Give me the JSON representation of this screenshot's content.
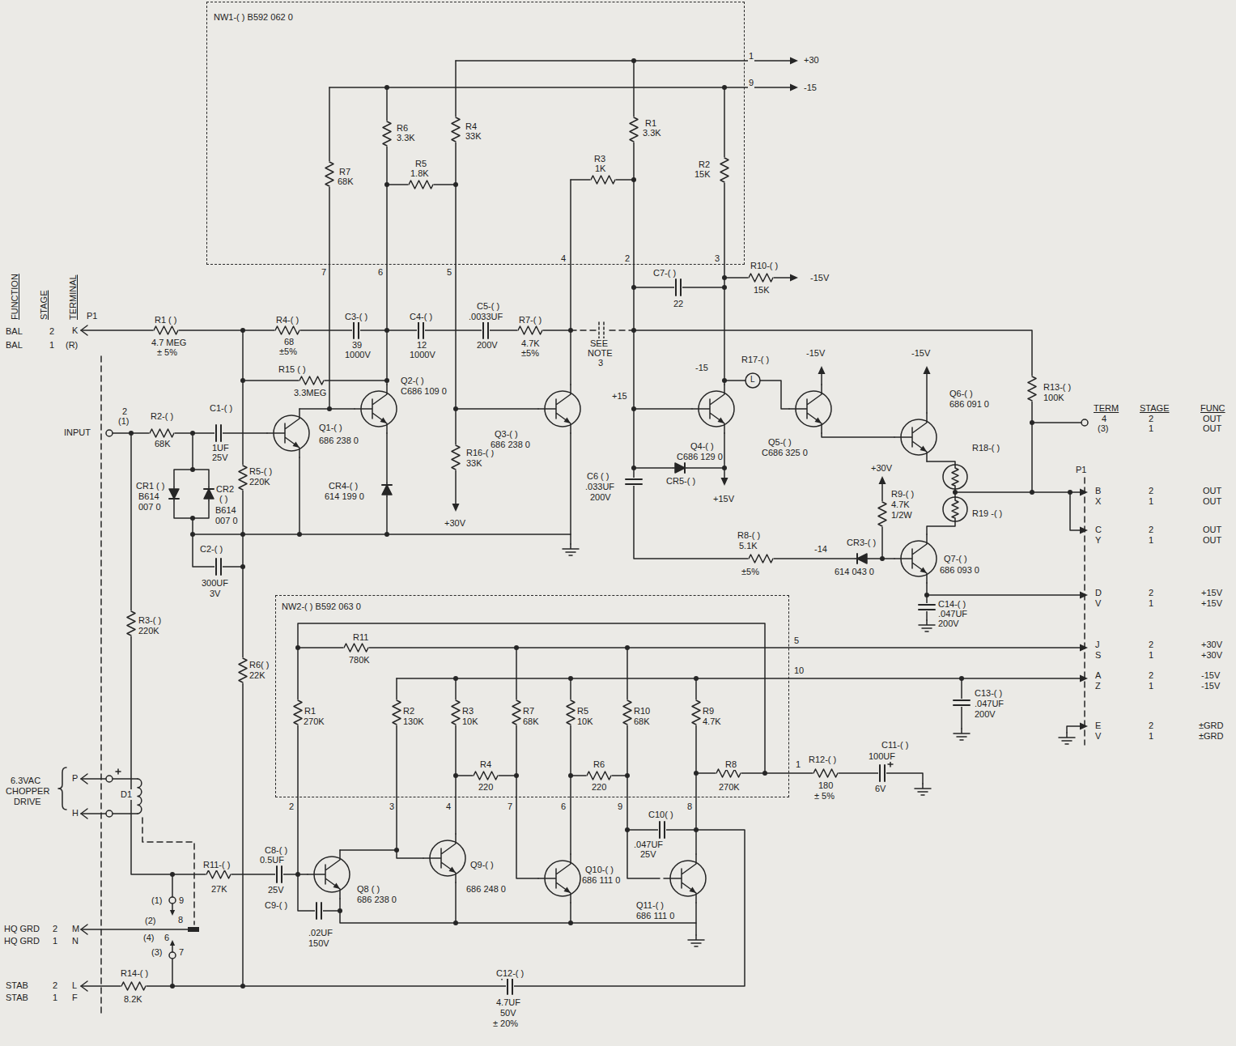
{
  "diagram": {
    "nodes": [
      {
        "text": [
          "NW1-( ) B592 062 0"
        ]
      },
      {
        "text": [
          "NW2-( ) B592 063 0"
        ]
      }
    ],
    "labels": [
      "1",
      "9",
      "+30",
      "-15",
      "R6",
      "3.3K",
      "R4",
      "33K",
      "R7",
      "68K",
      "R5",
      "1.8K",
      "R1",
      "3.3K",
      "R3",
      "1K",
      "R2",
      "15K",
      "7",
      "6",
      "5",
      "4",
      "2",
      "3",
      "C7-( )",
      "22",
      "R10-( )",
      "15K",
      "-15V",
      "FUNCTION",
      "STAGE",
      "TERMINAL",
      "BAL",
      "BAL",
      "2",
      "1",
      "K",
      "(R)",
      "P1",
      "R1 ( )",
      "4.7 MEG",
      "± 5%",
      "R4-( )",
      "68",
      "±5%",
      "C3-( )",
      "39",
      "1000V",
      "C4-( )",
      "12",
      "1000V",
      "C5-( )",
      ".0033UF",
      "200V",
      "R7-( )",
      "4.7K",
      "±5%",
      "SEE",
      "NOTE",
      "3",
      "R15 ( )",
      "3.3MEG",
      "C1-( )",
      "1UF",
      "25V",
      "INPUT",
      "2",
      "(1)",
      "R2-( )",
      "68K",
      "CR1 ( )",
      "B614",
      "007 0",
      "CR2",
      "( )",
      "B614",
      "007 0",
      "R5-( )",
      "220K",
      "Q1-( )",
      "686 238 0",
      "Q2-( )",
      "C686 109 0",
      "CR4-( )",
      "614 199 0",
      "R16-( )",
      "33K",
      "+30V",
      "Q3-( )",
      "686 238 0",
      "C2-( )",
      "300UF",
      "3V",
      "R3-( )",
      "220K",
      "R6( )",
      "22K",
      "-15",
      "+15",
      "R17-( )",
      "L",
      "-15V",
      "-15V",
      "Q4-( )",
      "C686 129 0",
      "Q5-( )",
      "C686 325 0",
      "Q6-( )",
      "686 091 0",
      "R13-( )",
      "100K",
      "TERM",
      "4",
      "(3)",
      "STAGE",
      "2",
      "1",
      "FUNC",
      "OUT",
      "OUT",
      "R18-( )",
      "+30V",
      "R9-( )",
      "4.7K",
      "1/2W",
      "R19 -( )",
      "P1",
      "C6 ( )",
      ".033UF",
      "200V",
      "CR5-( )",
      "+15V",
      "R8-( )",
      "5.1K",
      "±5%",
      "-14",
      "CR3-( )",
      "614 043 0",
      "Q7-( )",
      "686 093 0",
      "C14-( )",
      ".047UF",
      "200V",
      "B",
      "X",
      "2",
      "1",
      "OUT",
      "OUT",
      "C",
      "Y",
      "2",
      "1",
      "OUT",
      "OUT",
      "D",
      "V",
      "2",
      "1",
      "+15V",
      "+15V",
      "J",
      "S",
      "2",
      "1",
      "+30V",
      "+30V",
      "A",
      "Z",
      "2",
      "1",
      "-15V",
      "-15V",
      "E",
      "V",
      "2",
      "1",
      "±GRD",
      "±GRD",
      "R11",
      "780K",
      "5",
      "10",
      "R1",
      "270K",
      "R2",
      "130K",
      "R3",
      "10K",
      "R7",
      "68K",
      "R5",
      "10K",
      "R10",
      "68K",
      "R9",
      "4.7K",
      "R4",
      "220",
      "R6",
      "220",
      "R8",
      "270K",
      "1",
      "2",
      "3",
      "4",
      "7",
      "6",
      "9",
      "8",
      "C13-( )",
      ".047UF",
      "200V",
      "R12-( )",
      "180",
      "± 5%",
      "C11-( )",
      "100UF",
      "6V",
      "6.3VAC",
      "CHOPPER",
      "DRIVE",
      "P",
      "H",
      "D1",
      "R11-( )",
      "27K",
      "C8-( )",
      "0.5UF",
      "25V",
      "Q8 ( )",
      "686 238 0",
      "Q9-( )",
      "686 248 0",
      "Q10-( )",
      "686 111 0",
      "Q11-( )",
      "686 111 0",
      "C10( )",
      ".047UF",
      "25V",
      "C9-( )",
      ".02UF",
      "150V",
      "(1)",
      "9",
      "(2)",
      "8",
      "(4)",
      "6",
      "(3)",
      "7",
      "HQ GRD",
      "HQ GRD",
      "2",
      "1",
      "M",
      "N",
      "STAB",
      "STAB",
      "2",
      "1",
      "L",
      "F",
      "R14-( )",
      "8.2K",
      "C12-( )",
      "4.7UF",
      "50V",
      "± 20%"
    ]
  }
}
